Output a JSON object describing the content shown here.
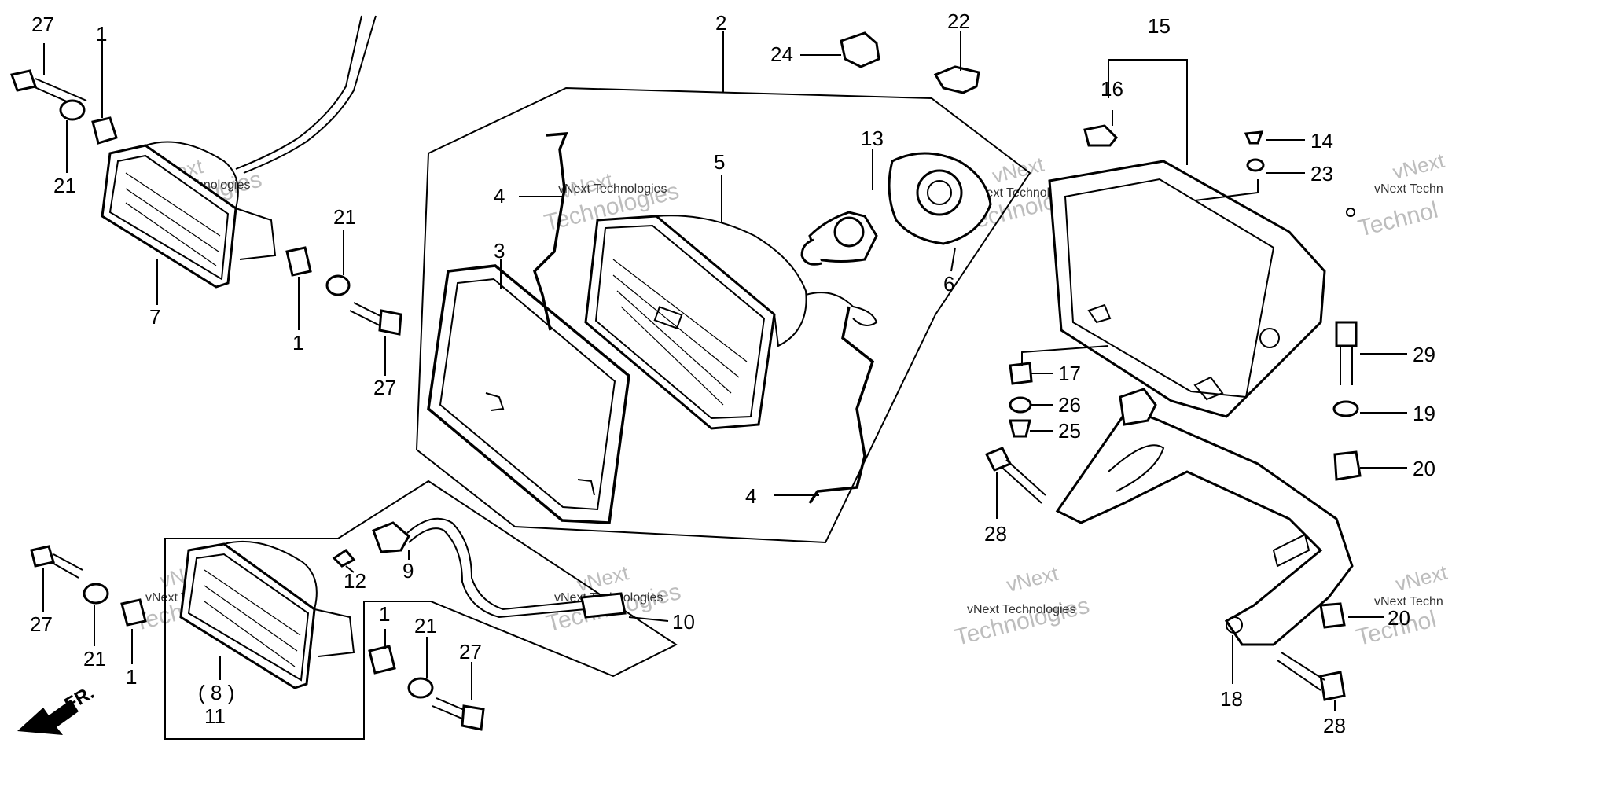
{
  "watermark": {
    "company": "vNext Technologies",
    "word1": "vNext",
    "word2": "Technologies",
    "partial1": "vNext Techn",
    "partial2": "Technol"
  },
  "callouts": {
    "c2": "2",
    "c3": "3",
    "c4a": "4",
    "c4b": "4",
    "c5": "5",
    "c6": "6",
    "c13": "13",
    "c22": "22",
    "c24": "24",
    "c15": "15",
    "c16": "16",
    "c14": "14",
    "c23": "23",
    "c17": "17",
    "c26": "26",
    "c25": "25",
    "c29": "29",
    "c19": "19",
    "c20a": "20",
    "c20b": "20",
    "c28a": "28",
    "c28b": "28",
    "c18": "18",
    "c27a": "27",
    "c1a": "1",
    "c21a": "21",
    "c7": "7",
    "c21b": "21",
    "c1b": "1",
    "c27b": "27",
    "c27c": "27",
    "c21c": "21",
    "c1c": "1",
    "c8": "( 8 )",
    "c11": "11",
    "c12": "12",
    "c9": "9",
    "c10": "10",
    "c1d": "1",
    "c21d": "21",
    "c27d": "27"
  },
  "front_indicator": {
    "label": "FR."
  }
}
